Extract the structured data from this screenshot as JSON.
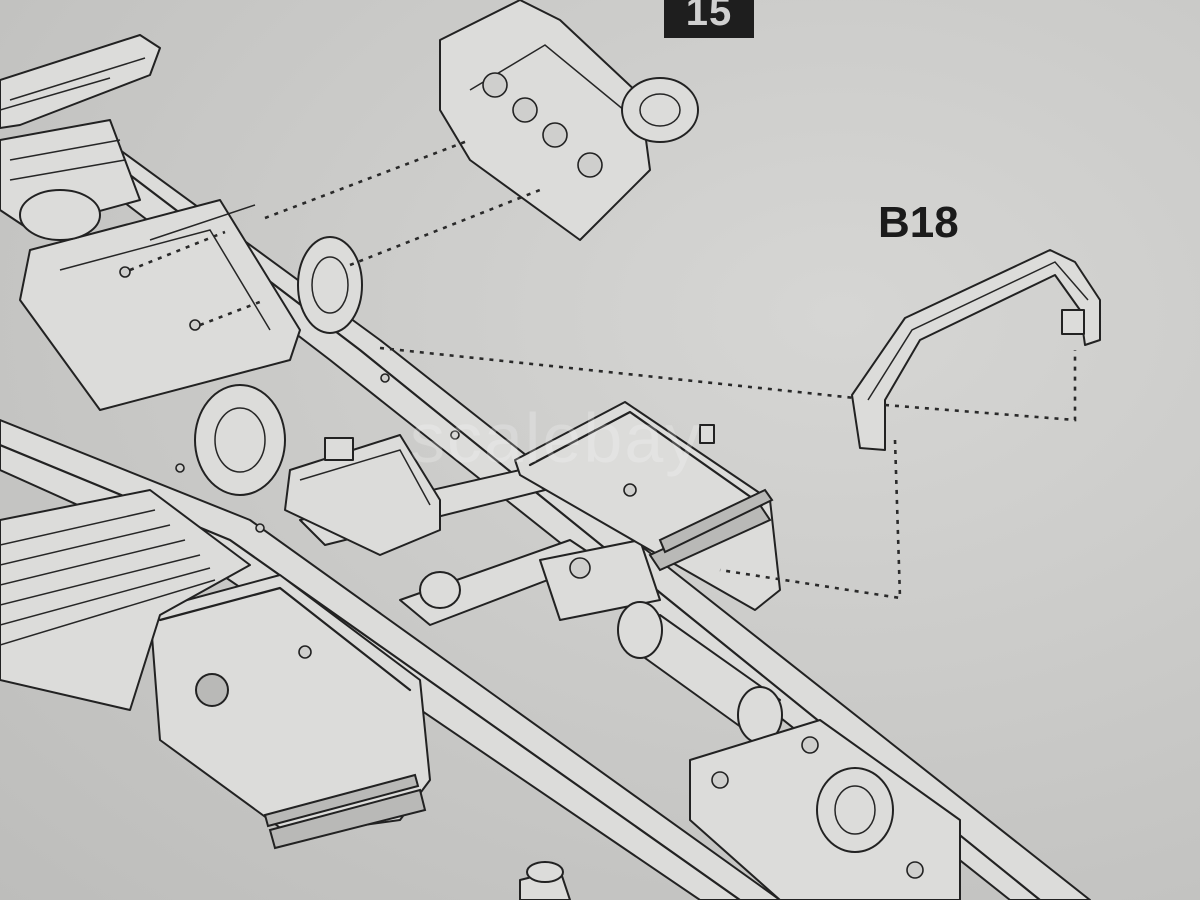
{
  "step_number": "15",
  "part_label": "B18",
  "watermark": "scalebay"
}
